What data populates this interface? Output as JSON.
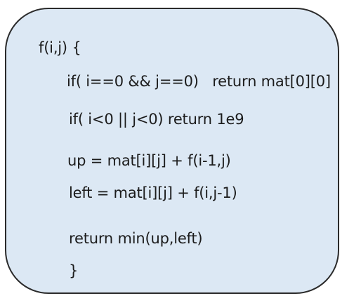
{
  "code": {
    "lines": [
      "f(i,j) {",
      "if( i==0 && j==0)   return mat[0][0]",
      "if( i<0 || j<0) return 1e9",
      "up = mat[i][j] + f(i-1,j)",
      "left = mat[i][j] + f(i,j-1)",
      "return min(up,left)",
      "}"
    ]
  },
  "colors": {
    "box_fill": "#dce8f4",
    "box_border": "#2b2b2b",
    "text": "#1c1c1c"
  }
}
